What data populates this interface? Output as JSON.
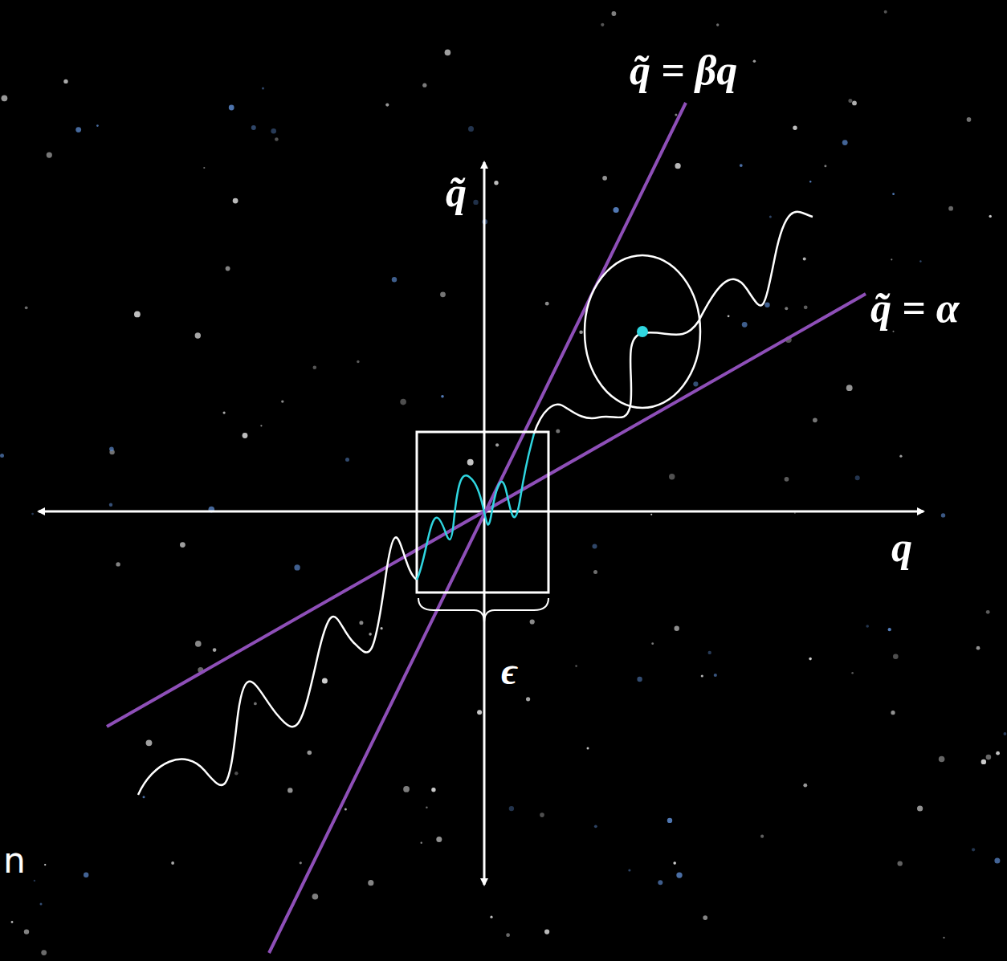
{
  "diagram": {
    "labels": [
      "q̃ = βq",
      "q̃",
      "q̃ = α",
      "q",
      "ϵ",
      "n"
    ]
  }
}
